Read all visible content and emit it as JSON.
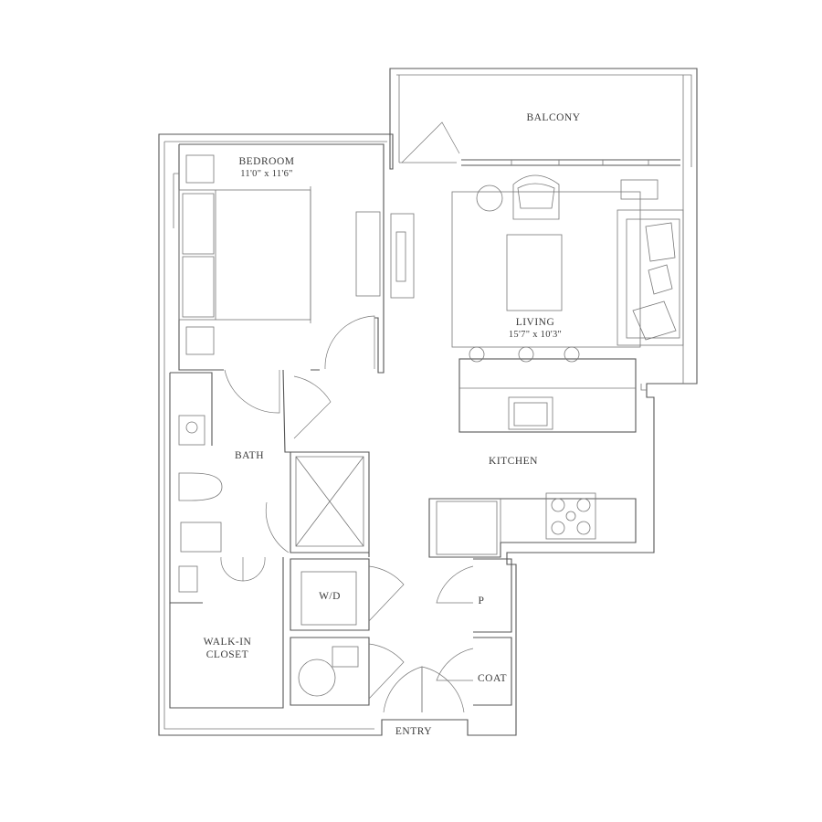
{
  "rooms": {
    "balcony": {
      "name": "BALCONY"
    },
    "bedroom": {
      "name": "BEDROOM",
      "dimensions": "11'0\" x 11'6\""
    },
    "living": {
      "name": "LIVING",
      "dimensions": "15'7\" x 10'3\""
    },
    "kitchen": {
      "name": "KITCHEN"
    },
    "bath": {
      "name": "BATH"
    },
    "laundry": {
      "name": "W/D"
    },
    "pantry": {
      "name": "P"
    },
    "closet": {
      "name": "WALK-IN CLOSET"
    },
    "coat": {
      "name": "COAT"
    },
    "entry": {
      "name": "ENTRY"
    }
  },
  "colors": {
    "wall": "#555555",
    "fixture": "#777777",
    "label": "#3a3a3a",
    "background": "#ffffff"
  }
}
